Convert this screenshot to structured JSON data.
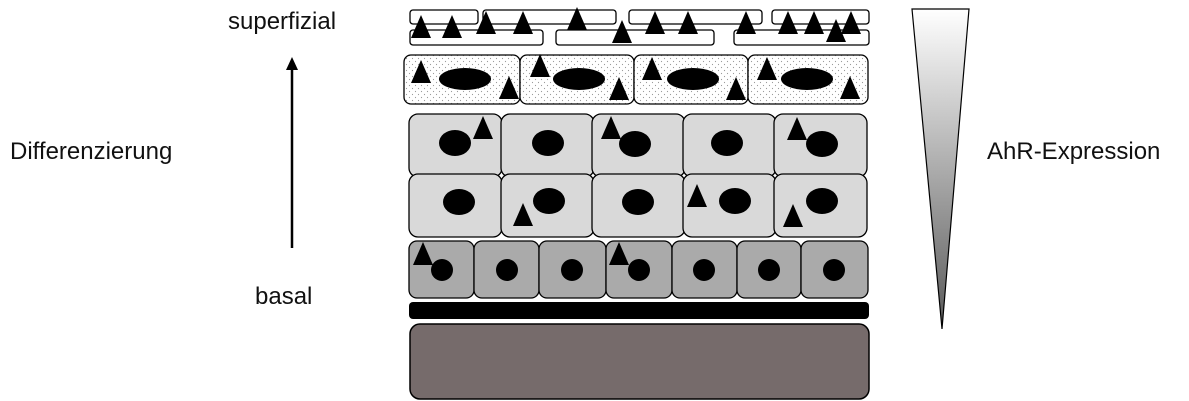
{
  "labels": {
    "superficial": "superfizial",
    "differentiation": "Differenzierung",
    "basal": "basal",
    "expression": "AhR-Expression"
  },
  "colors": {
    "outline": "#000000",
    "superficial_cell_fill": "#ffffff",
    "granular_cell_fill": "#ffffff",
    "spinous_cell_fill": "#d9d9d9",
    "basal_cell_fill": "#aaaaaa",
    "basement_membrane": "#000000",
    "dermis_fill": "#766b6b",
    "gradient_top": "#ffffff",
    "gradient_bottom": "#595959"
  },
  "icons": {
    "nucleus": "filled-ellipse",
    "ahr": "filled-triangle",
    "arrow": "up-arrow"
  }
}
